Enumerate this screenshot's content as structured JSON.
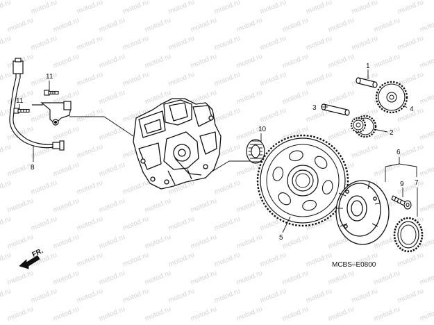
{
  "diagram": {
    "watermark": "motod.ru",
    "callouts": [
      "1",
      "2",
      "3",
      "4",
      "5",
      "6",
      "7",
      "8",
      "9",
      "10",
      "11",
      "11"
    ],
    "direction_label": "FR.",
    "drawing_code": "MCBS–E0800"
  }
}
